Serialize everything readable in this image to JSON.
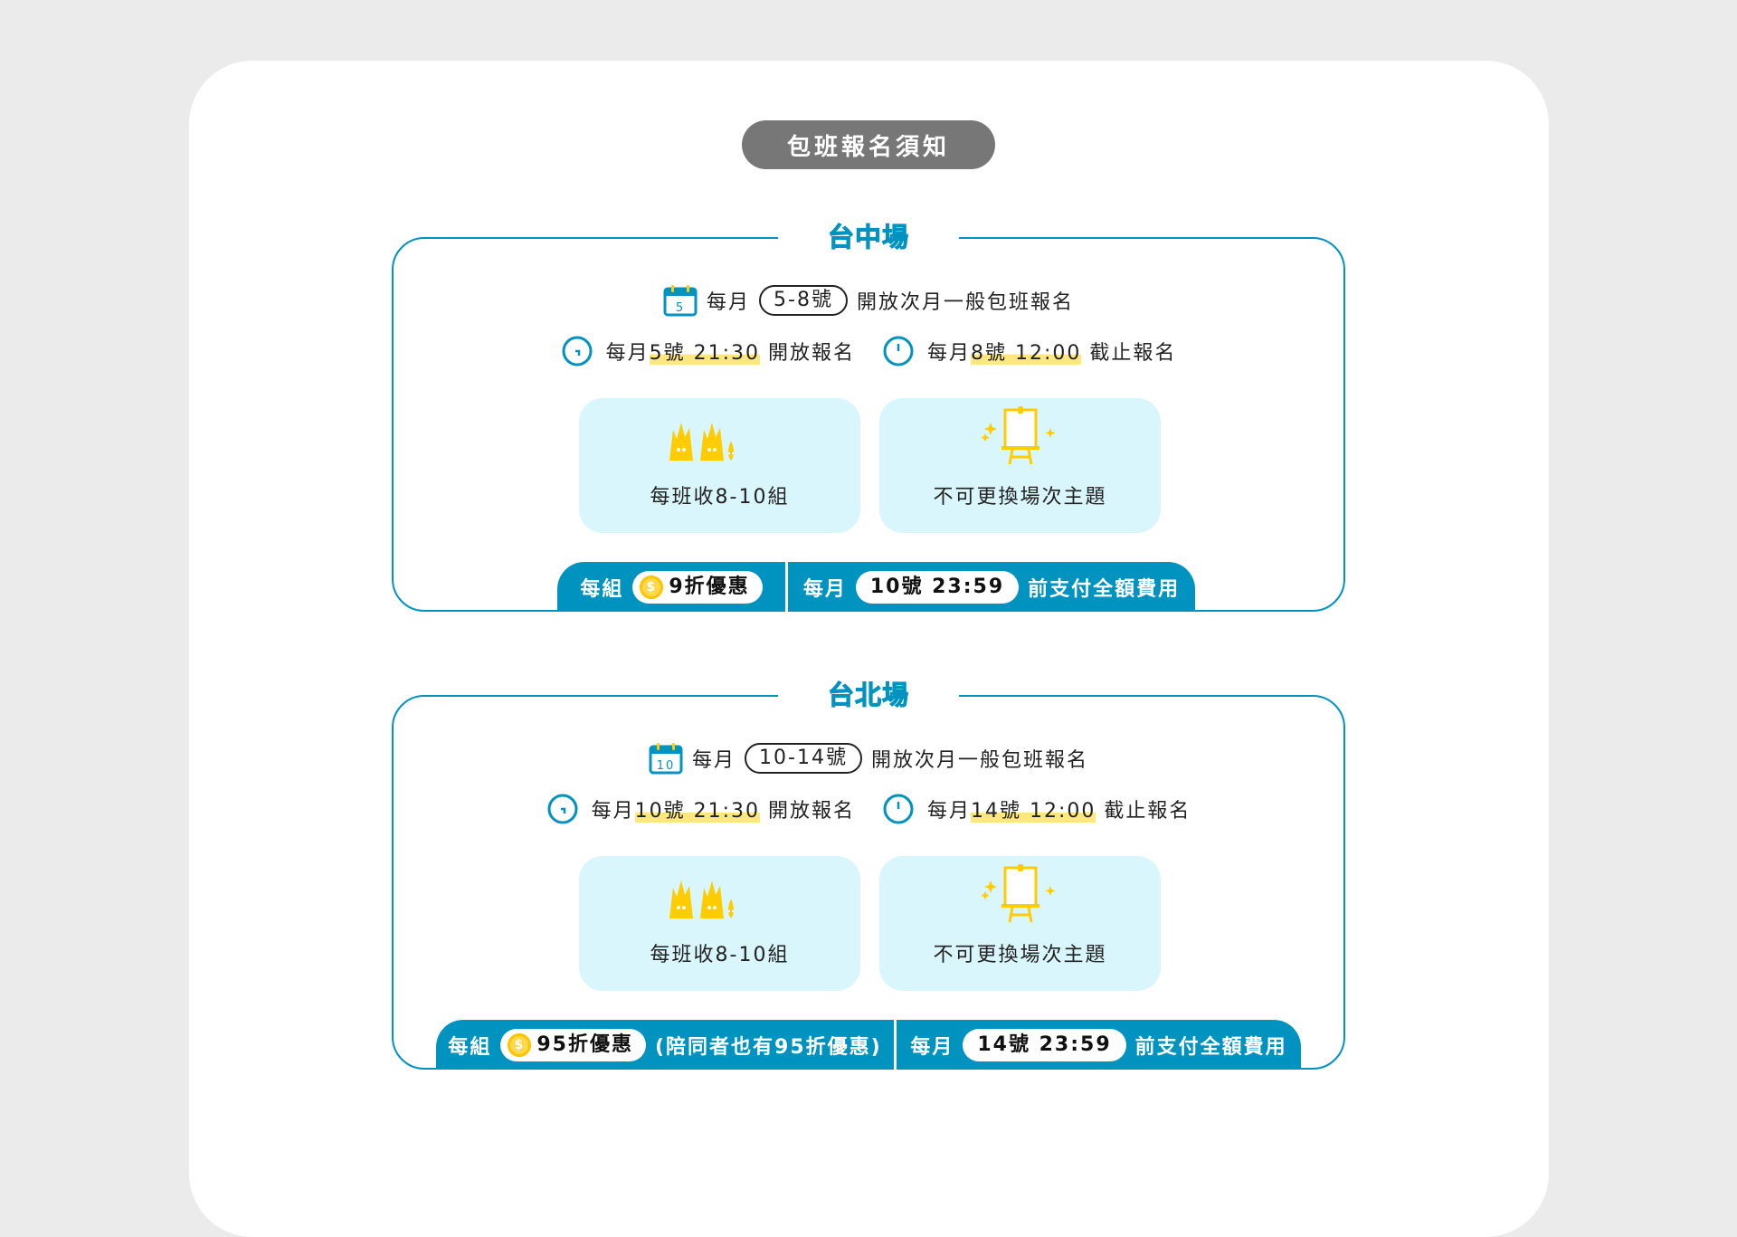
{
  "title": "包班報名須知",
  "colors": {
    "accent": "#0093bf",
    "highlight": "#ffe780",
    "box": "#d9f6fc",
    "icon": "#ffcc00"
  },
  "sections": [
    {
      "name": "台中場",
      "calendar_day": "5",
      "line1": {
        "prefix": "每月",
        "range": "5-8號",
        "suffix": "開放次月一般包班報名"
      },
      "open": {
        "prefix": "每月",
        "time": "5號 21:30",
        "suffix": "開放報名"
      },
      "close": {
        "prefix": "每月",
        "time": "8號 12:00",
        "suffix": "截止報名"
      },
      "box1": "每班收8-10組",
      "box2": "不可更換場次主題",
      "discount": {
        "label": "每組",
        "value": "9折優惠",
        "note": ""
      },
      "payment": {
        "prefix": "每月",
        "time": "10號 23:59",
        "suffix": "前支付全額費用"
      }
    },
    {
      "name": "台北場",
      "calendar_day": "10",
      "line1": {
        "prefix": "每月",
        "range": "10-14號",
        "suffix": "開放次月一般包班報名"
      },
      "open": {
        "prefix": "每月",
        "time": "10號 21:30",
        "suffix": "開放報名"
      },
      "close": {
        "prefix": "每月",
        "time": "14號 12:00",
        "suffix": "截止報名"
      },
      "box1": "每班收8-10組",
      "box2": "不可更換場次主題",
      "discount": {
        "label": "每組",
        "value": "95折優惠",
        "note": "(陪同者也有95折優惠)"
      },
      "payment": {
        "prefix": "每月",
        "time": "14號 23:59",
        "suffix": "前支付全額費用"
      }
    }
  ],
  "coin_symbol": "$"
}
